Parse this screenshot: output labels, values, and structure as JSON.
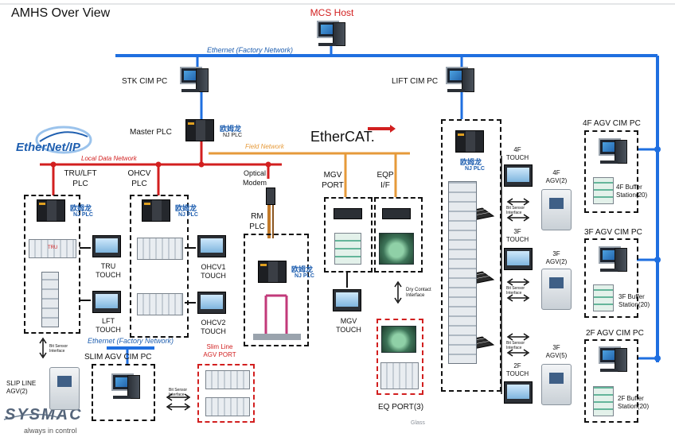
{
  "diagram": {
    "title": "AMHS Over View",
    "host": "MCS Host",
    "networks": {
      "ethernet_top": "Ethernet (Factory Network)",
      "local_data": "Local Data Network",
      "field": "Field Network",
      "ethernet_bottom": "Ethernet (Factory Network)"
    },
    "logos": {
      "ethernet_ip": "EtherNet/IP",
      "ethercat": "EtherCAT.",
      "sysmac": "SYSMAC",
      "sysmac_tagline": "always in control"
    },
    "pcs": {
      "stk": "STK CIM  PC",
      "lift": "LIFT CIM  PC",
      "slim": "SLIM AGV CIM PC",
      "agv4f": "4F AGV CIM  PC",
      "agv3f": "3F AGV CIM  PC",
      "agv2f": "2F AGV CIM  PC"
    },
    "plcs": {
      "master": "Master PLC",
      "tru_lft": "TRU/LFT\nPLC",
      "ohcv": "OHCV\nPLC",
      "optical": "Optical\nModem",
      "rm": "RM\nPLC",
      "mgv_port": "MGV\nPORT",
      "eqp_if": "EQP\nI/F",
      "nj_brand": "欧姆龙",
      "nj_sub": "NJ PLC"
    },
    "touches": {
      "tru": "TRU\nTOUCH",
      "lft": "LFT\nTOUCH",
      "ohcv1": "OHCV1\nTOUCH",
      "ohcv2": "OHCV2\nTOUCH",
      "mgv": "MGV\nTOUCH",
      "f4": "4F\nTOUCH",
      "f3": "3F\nTOUCH",
      "f2": "2F\nTOUCH"
    },
    "agvs": {
      "f4": "4F\nAGV(2)",
      "f3": "3F\nAGV(2)",
      "f3b": "3F\nAGV(5)",
      "slip": "SLIP LINE\nAGV(2)"
    },
    "buffers": {
      "f4": "4F Buffer\nStation(20)",
      "f3": "3F Buffer\nStation(20)",
      "f2": "2F Buffer\nStation(20)"
    },
    "interfaces": {
      "bit_sensor": "Bit Sensor\nInterface",
      "dry_contact": "Dry Contact\nInterface"
    },
    "misc": {
      "slim_port": "Slim Line\nAGV PORT",
      "eq_port": "EQ PORT(3)",
      "tru_tag": "TRU",
      "watermark": "Glass"
    }
  }
}
